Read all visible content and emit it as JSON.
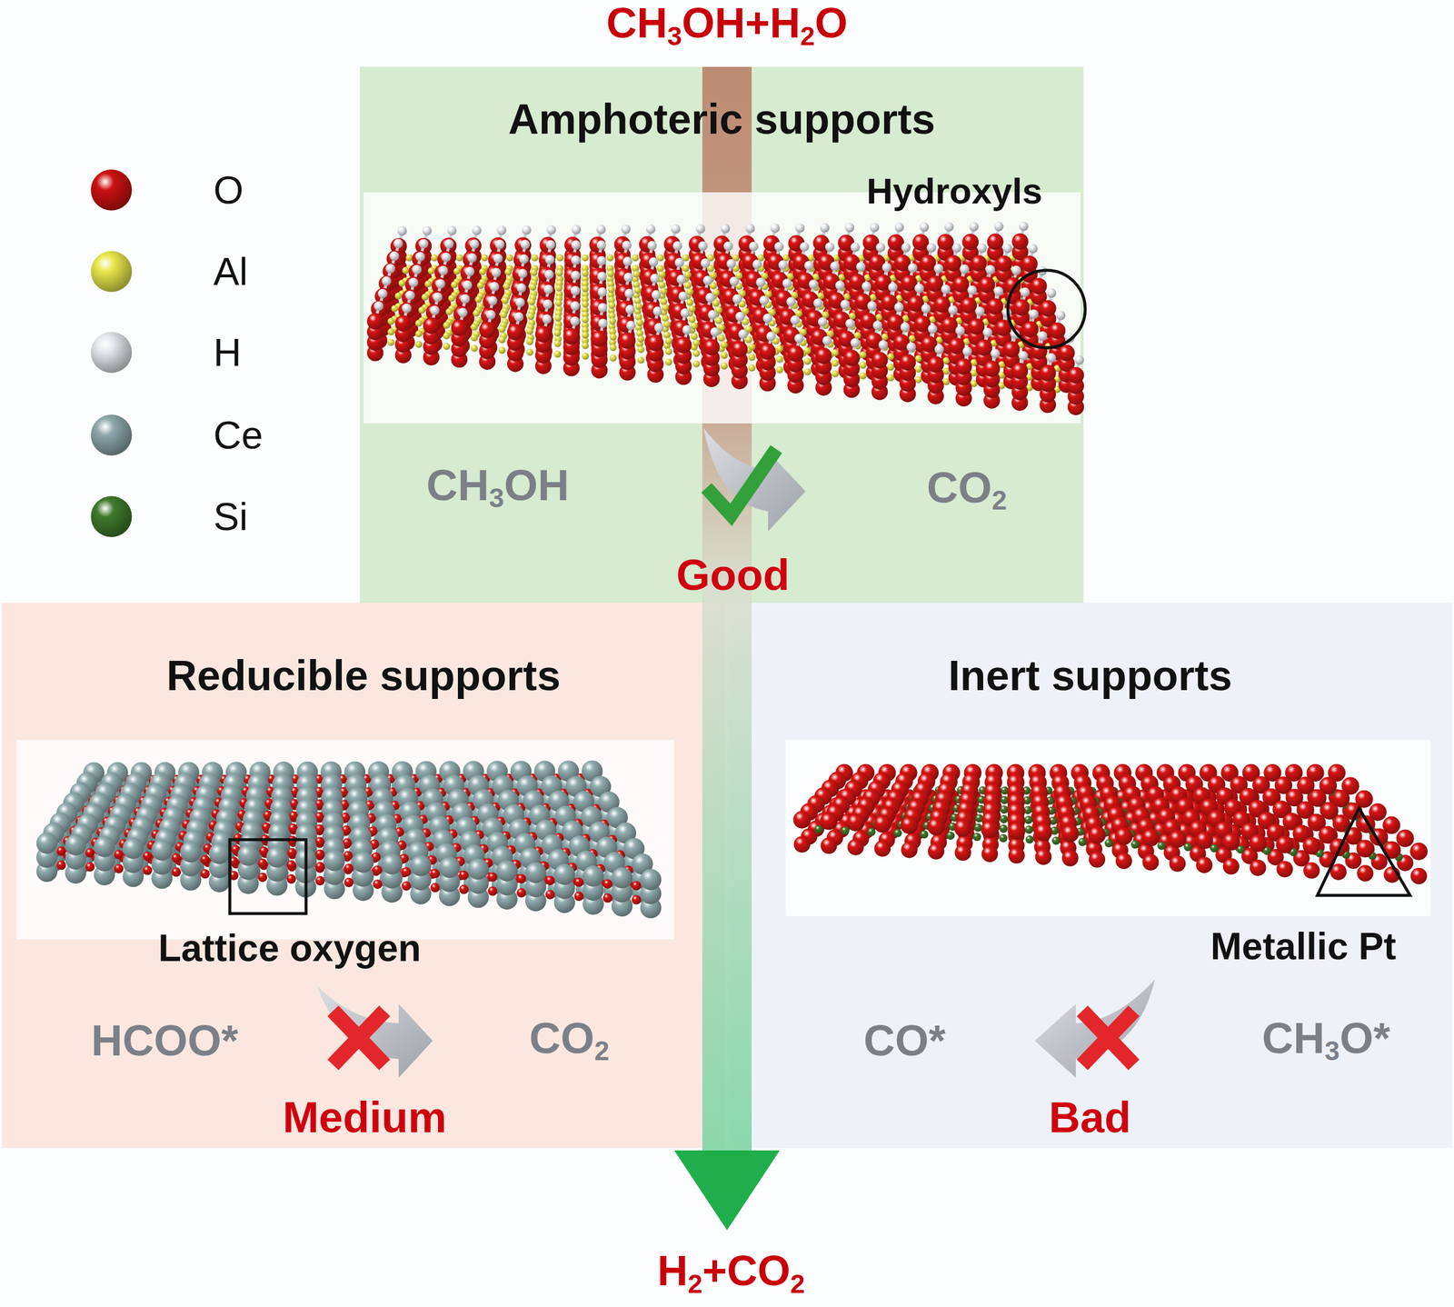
{
  "diagram": {
    "nodes": [
      {
        "text": [
          "Amphoteric supports"
        ]
      },
      {
        "text": [
          "Reducible supports"
        ]
      },
      {
        "text": [
          "Inert supports"
        ]
      }
    ],
    "labels": [
      "CH3OH+H2O",
      "Hydroxyls",
      "CH3OH",
      "CO2",
      "Good",
      "Lattice oxygen",
      "HCOO*",
      "CO2",
      "Medium",
      "Metallic Pt",
      "CO*",
      "CH3O*",
      "Bad",
      "H2+CO2"
    ],
    "legend": [
      {
        "text": "O",
        "color": "#cc1111"
      },
      {
        "text": "Al",
        "color": "#e8e64a"
      },
      {
        "text": "H",
        "color": "#e4e6ec"
      },
      {
        "text": "Ce",
        "color": "#8ea7aa"
      },
      {
        "text": "Si",
        "color": "#3f7a2c"
      }
    ]
  }
}
